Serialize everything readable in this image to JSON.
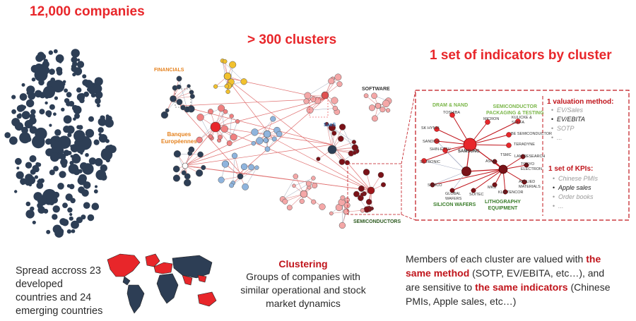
{
  "headers": {
    "companies": "12,000 companies",
    "clusters": "> 300 clusters",
    "indicators": "1 set of indicators by cluster"
  },
  "cluster_labels": {
    "financials": "FINANCIALS",
    "banques": "Banques",
    "europeennes": "Européennes",
    "software": "SOFTWARE",
    "saas": "SaaS",
    "semiconductors": "SEMICONDUCTORS"
  },
  "detail": {
    "dram": "DRAM & NAND",
    "packaging_1": "SEMICONDUCTOR",
    "packaging_2": "PACKAGING & TESTING",
    "silicon": "SILICON WAFERS",
    "litho_1": "LITHOGRAPHY",
    "litho_2": "EQUIPMENT",
    "valuation_title": "1 valuation method:",
    "valuation_items": [
      "EV/Sales",
      "EV/EBITA",
      "SOTP",
      "..."
    ],
    "kpi_title": "1 set of KPIs:",
    "kpi_items": [
      "Chinese PMIs",
      "Apple sales",
      "Order books",
      "..."
    ],
    "companies": {
      "toshiba": "TOSHIBA",
      "micron": "MICRON",
      "kulicke": "KULICKE &",
      "soffa": "SOFFA",
      "skhynix": "SK HYNIX",
      "besemi": "BE SEMICONDUCTOR",
      "teradyne": "TERADYNE",
      "sandisk": "SANDISK",
      "samsung": "SAMSUNG",
      "shinetsu": "SHIN-ETSU",
      "lamresearch": "LAM RESEARCH",
      "tsmc": "TSMC",
      "tokyo": "TOKYO",
      "electron": "ELECTRON",
      "siltronic": "SILTRONIC",
      "asml": "ASML",
      "sumco": "SUMCO",
      "applied_1": "APPLIED",
      "applied_2": "MATERIALS",
      "kla": "KLA-TENCOR",
      "global_1": "GLOBAL",
      "global_2": "WAFERS",
      "soitec": "SOITEC",
      "mks": "MKS"
    }
  },
  "captions": {
    "spread_1": "Spread accross 23",
    "spread_2": "developed",
    "spread_3": "countries and 24",
    "spread_4": "emerging countries",
    "clustering_title": "Clustering",
    "clustering_1": "Groups of companies with",
    "clustering_2": "similar operational and stock",
    "clustering_3": "market dynamics",
    "members_1": "Members of each cluster are valued with ",
    "members_bold_1": "the",
    "members_2": "same method",
    "members_3": " (SOTP, EV/EBITA, etc…), and",
    "members_4": "are sensitive to ",
    "members_bold_2": "the same indicators",
    "members_5": " (Chinese",
    "members_6": "PMIs, Apple sales, etc…)"
  },
  "colors": {
    "accent_red": "#e8262a",
    "dark_red": "#c0141b",
    "navy": "#2d3e55",
    "gold": "#f2c12e",
    "light_blue": "#8fb4dd",
    "pink": "#f4a7a7",
    "maroon": "#7a1218"
  }
}
